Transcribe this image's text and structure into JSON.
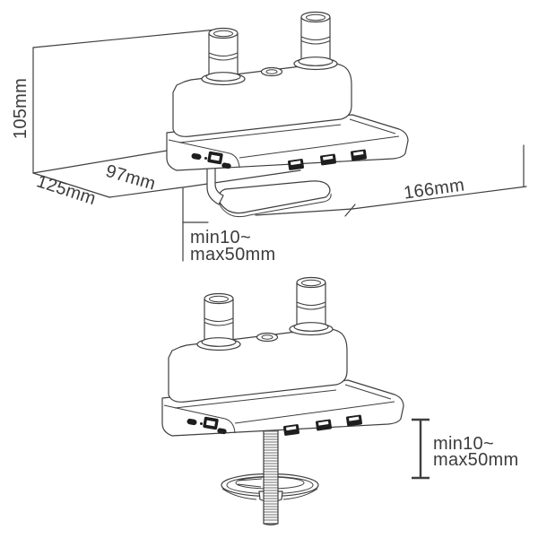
{
  "canvas": {
    "background": "#ffffff",
    "line_color": "#3f3f3f",
    "text_color": "#3c3c3c",
    "port_fill": "#1e1e1e"
  },
  "diagram": {
    "views": [
      {
        "name": "desk-clamp-mount-view",
        "dimensions": {
          "height": "105mm",
          "base_depth": "125mm",
          "clamp_depth": "97mm",
          "base_width": "166mm",
          "desk_thickness_min": "min10~",
          "desk_thickness_max": "max50mm"
        }
      },
      {
        "name": "grommet-mount-view",
        "dimensions": {
          "desk_thickness_min": "min10~",
          "desk_thickness_max": "max50mm"
        }
      }
    ]
  }
}
